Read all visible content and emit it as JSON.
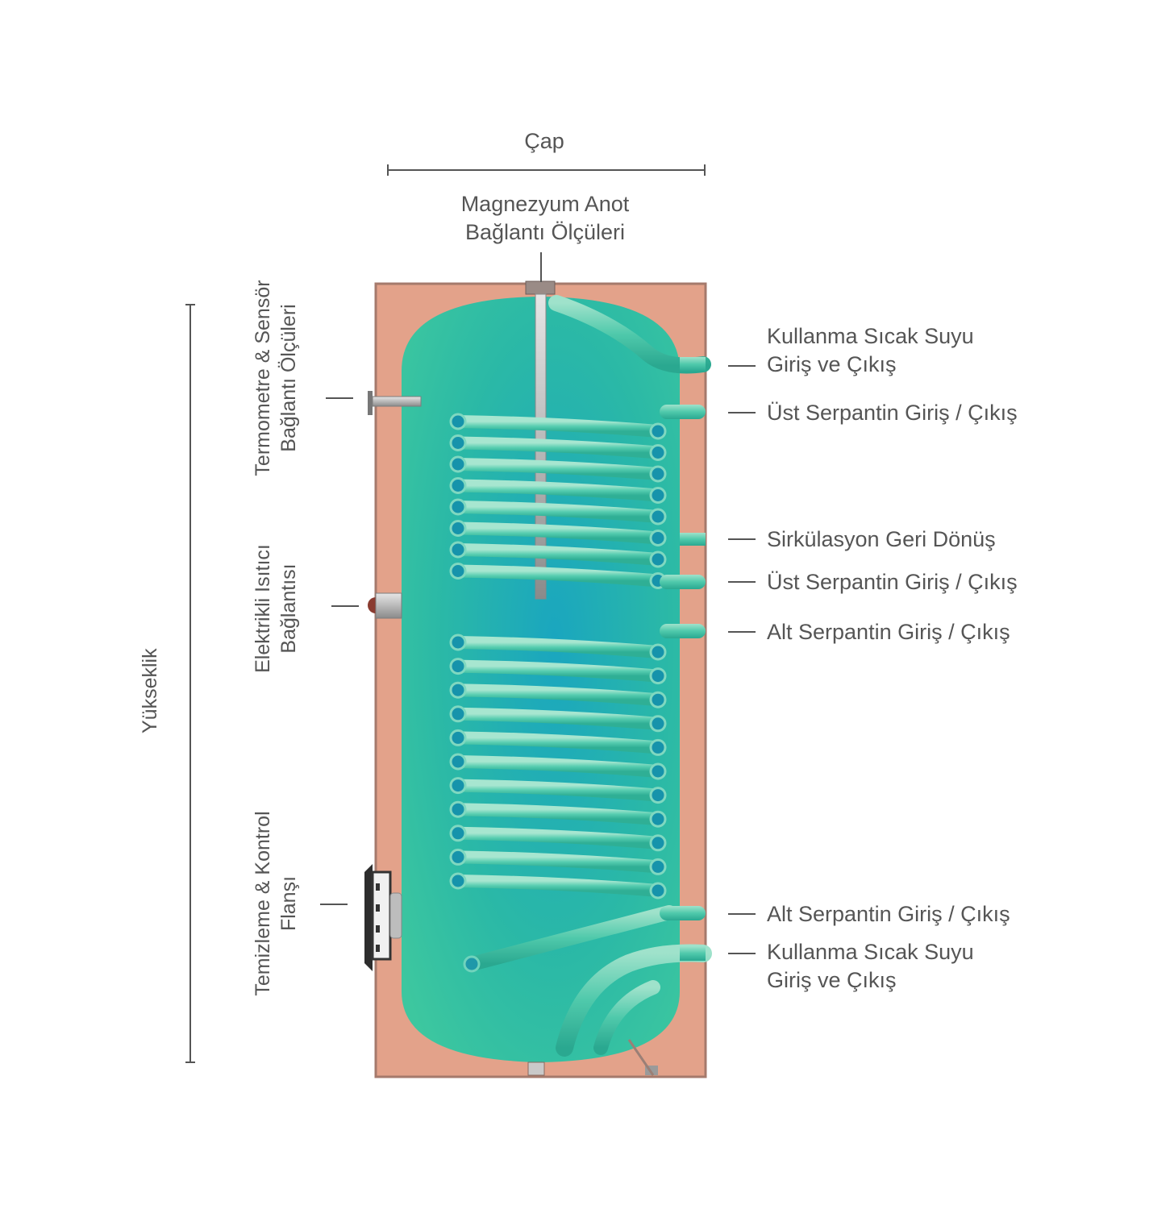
{
  "colors": {
    "casing": "#e3a28a",
    "casing_edge": "#a57a6c",
    "tank": "#2fc0a2",
    "tank_deep": "#1aa6bf",
    "coil": "#43c7a9",
    "coil_light": "#8fdcc4",
    "text": "#555555",
    "line": "#555555"
  },
  "labels": {
    "diameter": "Çap",
    "height": "Yükseklik",
    "anode": [
      "Magnezyum Anot",
      "Bağlantı Ölçüleri"
    ],
    "thermometer": [
      "Termometre & Sensör",
      "Bağlantı Ölçüleri"
    ],
    "heater": [
      "Elektrikli Isıtıcı",
      "Bağlantısı"
    ],
    "flange": [
      "Temizleme & Kontrol",
      "Flanşı"
    ],
    "right": [
      [
        "Kullanma Sıcak Suyu",
        "Giriş ve Çıkış"
      ],
      [
        "Üst Serpantin Giriş / Çıkış"
      ],
      [
        "Sirkülasyon Geri Dönüş"
      ],
      [
        "Üst Serpantin Giriş / Çıkış"
      ],
      [
        "Alt Serpantin Giriş / Çıkış"
      ],
      [
        "Alt Serpantin Giriş / Çıkış"
      ],
      [
        "Kullanma Sıcak Suyu",
        "Giriş ve Çıkış"
      ]
    ]
  },
  "coils": {
    "upper_turns": 8,
    "lower_turns": 11
  }
}
